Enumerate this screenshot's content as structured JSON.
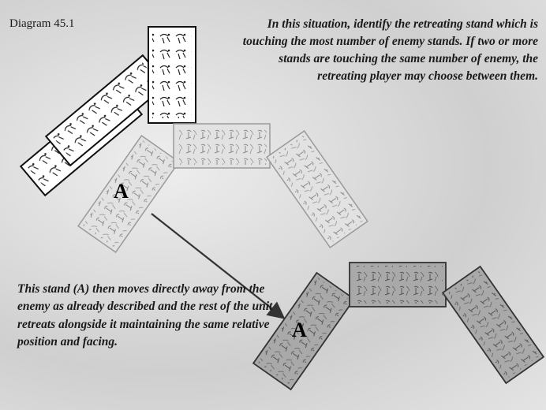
{
  "diagram_title": "Diagram 45.1",
  "intro_note": "In this situation, identify the retreating stand which is touching the most number of enemy stands. If two or more stands are touching the same number of enemy, the retreating player may choose between them.",
  "outro_note": "This stand (A) then moves directly away from the enemy as already described and the rest of the unit retreats alongside it maintaining the same relative position and facing.",
  "stand_label_top": "A",
  "stand_label_bottom": "A",
  "colors": {
    "enemy_stand": "#ffffff",
    "retreating_stand": "#a9a9a9",
    "arrow": "#333333"
  }
}
